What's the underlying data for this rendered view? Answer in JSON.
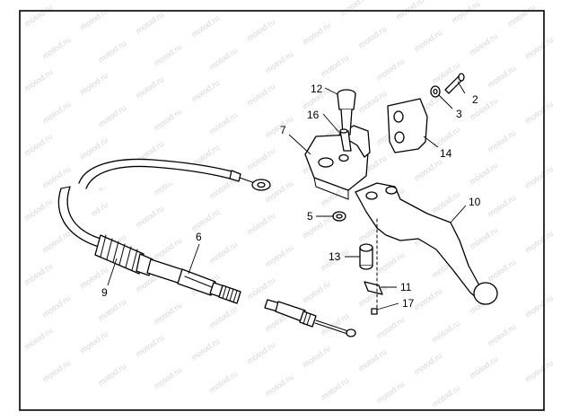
{
  "watermark": "motod.ru",
  "callouts": [
    {
      "id": "c1",
      "label": "2"
    },
    {
      "id": "c2",
      "label": "3"
    },
    {
      "id": "c3",
      "label": "5"
    },
    {
      "id": "c4",
      "label": "6"
    },
    {
      "id": "c5",
      "label": "7"
    },
    {
      "id": "c6",
      "label": "9"
    },
    {
      "id": "c7",
      "label": "10"
    },
    {
      "id": "c8",
      "label": "11"
    },
    {
      "id": "c9",
      "label": "12"
    },
    {
      "id": "c10",
      "label": "13"
    },
    {
      "id": "c11",
      "label": "14"
    },
    {
      "id": "c12",
      "label": "16"
    },
    {
      "id": "c13",
      "label": "17"
    }
  ],
  "colors": {
    "line": "#000000",
    "background": "#ffffff",
    "watermark": "#d6d6d6"
  }
}
